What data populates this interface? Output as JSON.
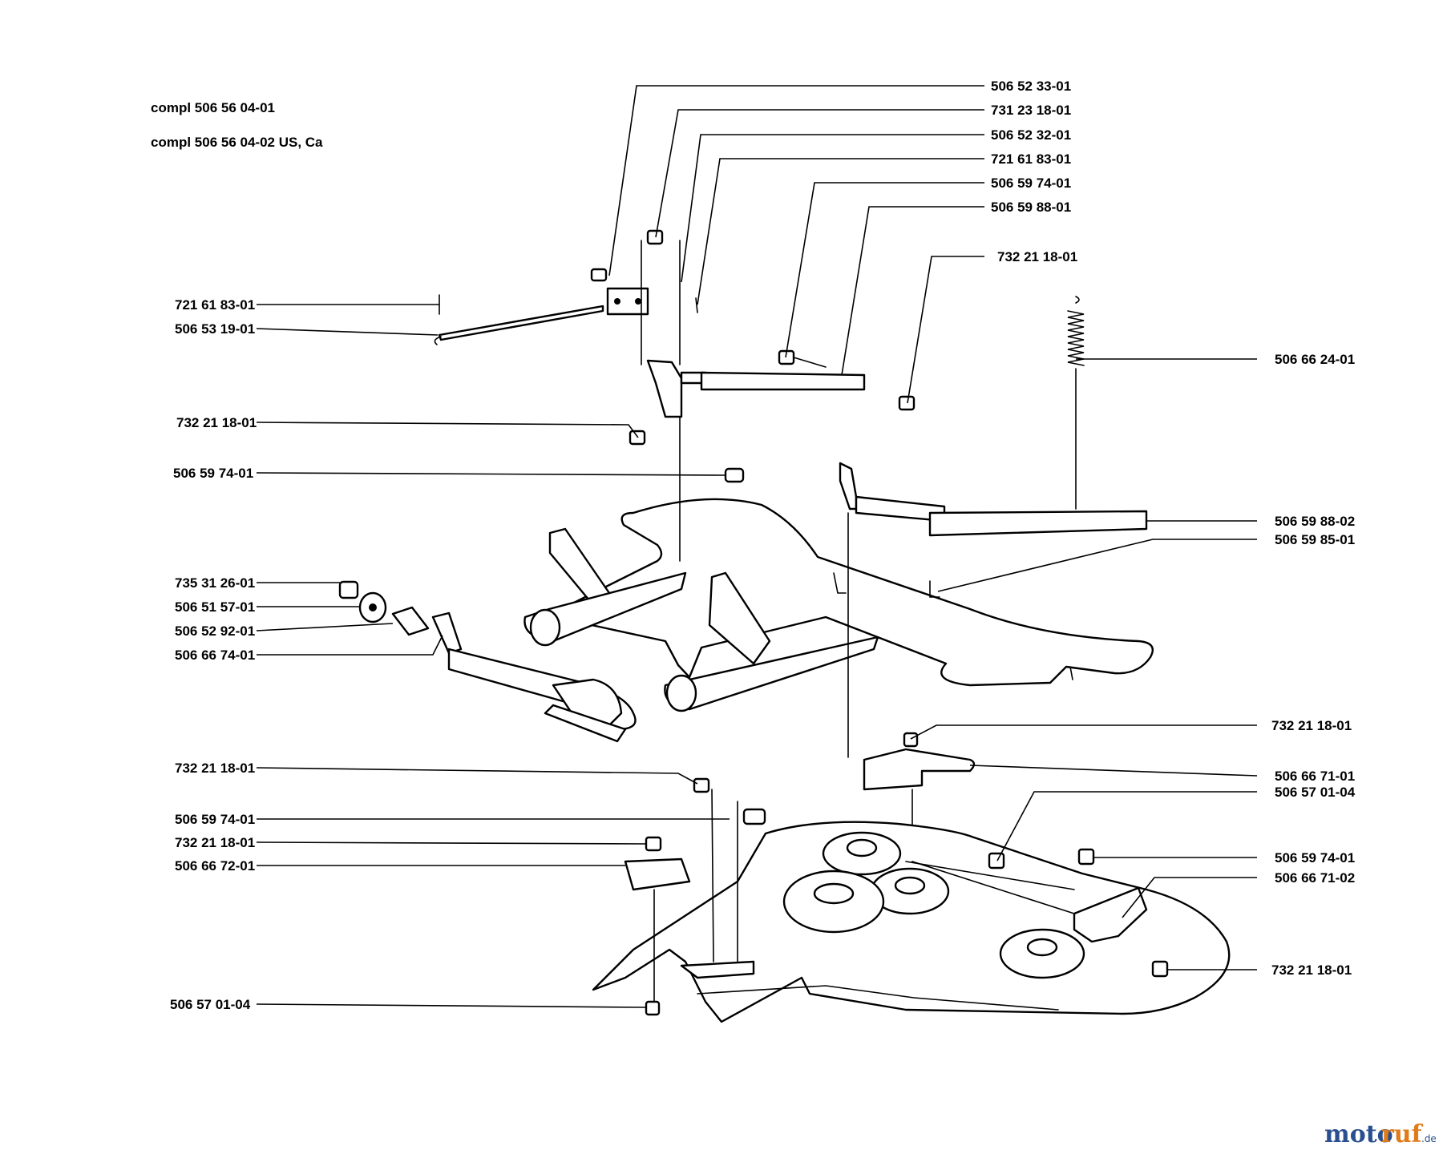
{
  "header": {
    "line1": "compl 506 56 04-01",
    "line2": "compl 506 56 04-02 US, Ca"
  },
  "labels": {
    "r1": "506 52 33-01",
    "r2": "731 23 18-01",
    "r3": "506 52 32-01",
    "r4": "721 61 83-01",
    "r5": "506 59 74-01",
    "r6": "506 59 88-01",
    "r7": "732 21 18-01",
    "r8": "506 66 24-01",
    "r9": "506 59 88-02",
    "r10": "506 59 85-01",
    "r11": "732 21 18-01",
    "r12": "506 66 71-01",
    "r13": "506 57 01-04",
    "r14": "506 59 74-01",
    "r15": "506 66 71-02",
    "r16": "732 21 18-01",
    "l1": "721 61 83-01",
    "l2": "506 53 19-01",
    "l3": "732 21 18-01",
    "l4": "506 59 74-01",
    "l5": "735 31 26-01",
    "l6": "506 51 57-01",
    "l7": "506 52 92-01",
    "l8": "506 66 74-01",
    "l9": "732 21 18-01",
    "l10": "506 59 74-01",
    "l11": "732 21 18-01",
    "l12": "506 66 72-01",
    "l13": "506 57 01-04"
  },
  "watermark": {
    "part1": "moto",
    "part2": "ruf",
    "suffix": ".de"
  }
}
